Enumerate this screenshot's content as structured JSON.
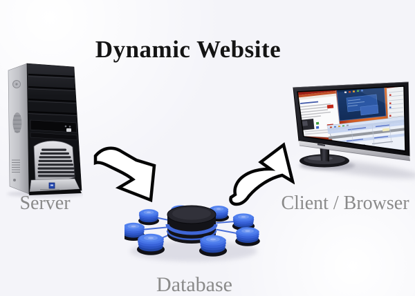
{
  "title": "Dynamic Website",
  "nodes": {
    "server": {
      "label": "Server"
    },
    "database": {
      "label": "Database"
    },
    "client": {
      "label": "Client / Browser"
    }
  },
  "icons": {
    "server": "server-tower-icon",
    "database": "database-cluster-icon",
    "client": "desktop-monitor-icon",
    "arrow1": "curved-arrow-down-right-icon",
    "arrow2": "curved-arrow-up-right-icon"
  },
  "colors": {
    "background": "#f4f4f9",
    "title_text": "#141414",
    "label_text": "#8a8a8a",
    "arrow_fill": "#ffffff",
    "arrow_outline": "#050505",
    "database_blue": "#3f66d6",
    "database_black": "#131318",
    "tower_silver": "#c2c3c8",
    "tower_black": "#101114",
    "monitor_bezel": "#1b1b20",
    "screen_red": "#b13418",
    "screen_blue_window": "#1c3e74"
  }
}
